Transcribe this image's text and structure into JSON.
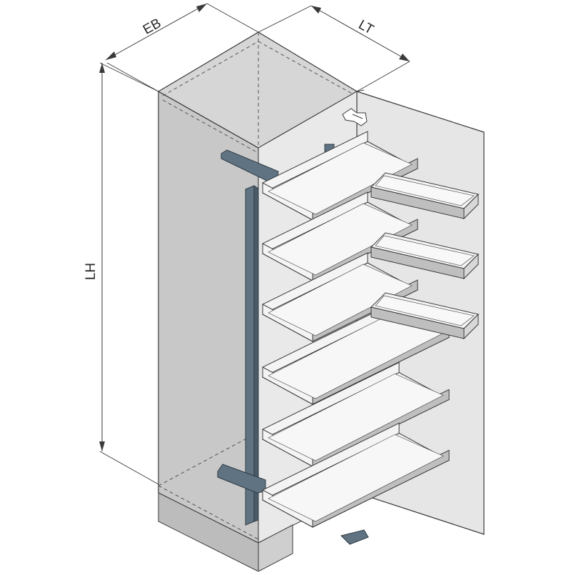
{
  "dimensions": {
    "width_label": "EB",
    "depth_label": "LT",
    "height_label": "LH"
  },
  "colors": {
    "cabinet_side": "#c8c8c8",
    "cabinet_top": "#d6d6d6",
    "cabinet_interior": "#e9e9e9",
    "door": "#e6e6e6",
    "frame_metal": "#5f7382",
    "tray_face": "#f4f4f4",
    "tray_floor": "#ececec",
    "tray_front": "#bfbfbf",
    "line": "#3a3a3a"
  },
  "counts": {
    "pullout_trays": 6,
    "door_shelves": 3
  }
}
